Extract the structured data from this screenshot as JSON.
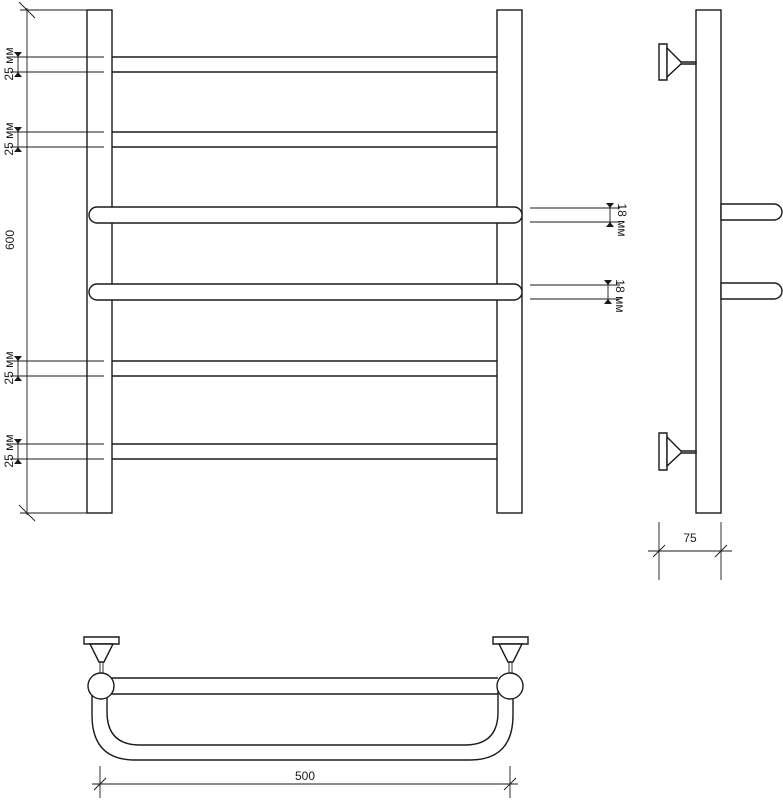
{
  "dimensions": {
    "gap_top_1": "25 мм",
    "gap_top_2": "25 мм",
    "height": "600",
    "gap_bottom_1": "25 мм",
    "gap_bottom_2": "25 мм",
    "shelf_bar_1": "18 мм",
    "shelf_bar_2": "18 мм",
    "depth": "75",
    "width": "500"
  }
}
